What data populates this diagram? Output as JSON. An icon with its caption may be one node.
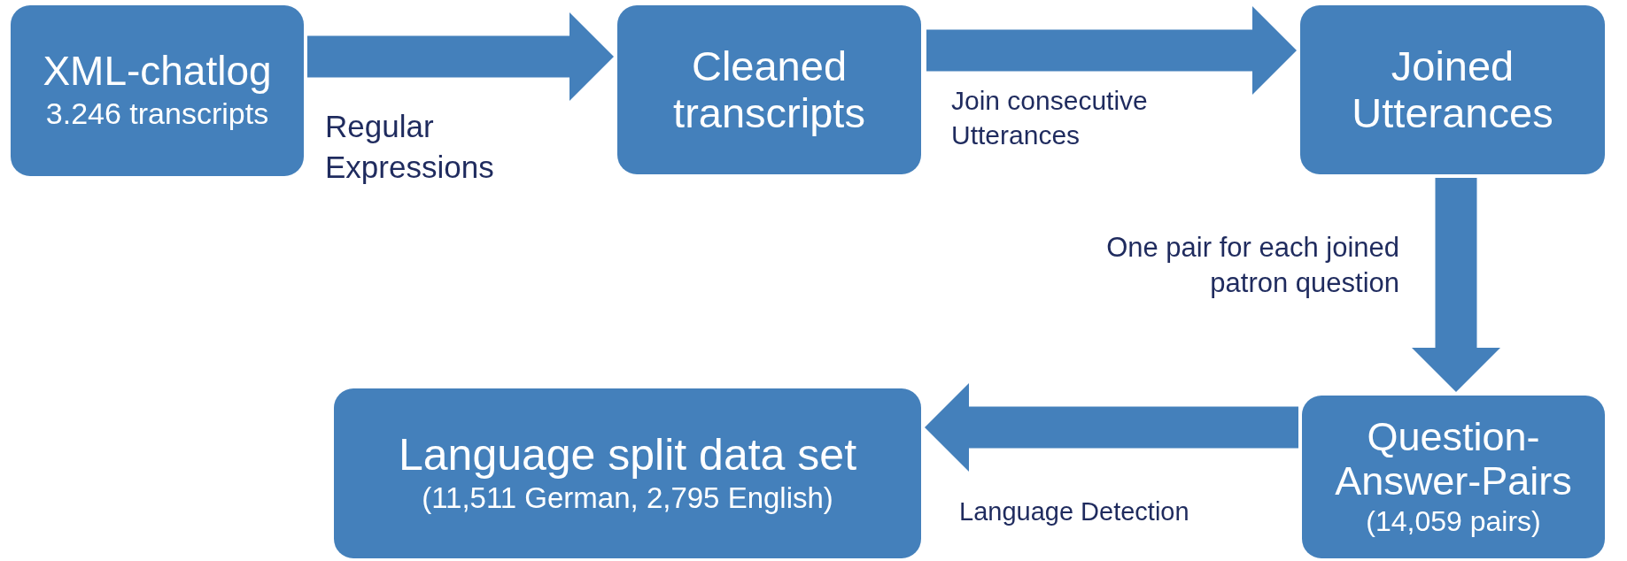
{
  "diagram": {
    "nodes": [
      {
        "text": [
          "XML-chatlog",
          "3.246 transcripts"
        ]
      },
      {
        "text": [
          "Cleaned transcripts"
        ]
      },
      {
        "text": [
          "Joined Utterances"
        ]
      },
      {
        "text": [
          "Question-Answer-Pairs",
          "(14,059 pairs)"
        ]
      },
      {
        "text": [
          "Language split data set",
          "(11,511 German, 2,795 English)"
        ]
      }
    ],
    "edges": [
      {
        "from": 0,
        "to": 1,
        "arrow": "to",
        "label": "Regular Expressions"
      },
      {
        "from": 1,
        "to": 2,
        "arrow": "to",
        "label": "Join consecutive Utterances"
      },
      {
        "from": 2,
        "to": 3,
        "arrow": "to",
        "label": "One pair for each joined patron question"
      },
      {
        "from": 3,
        "to": 4,
        "arrow": "to",
        "label": "Language Detection"
      }
    ]
  }
}
